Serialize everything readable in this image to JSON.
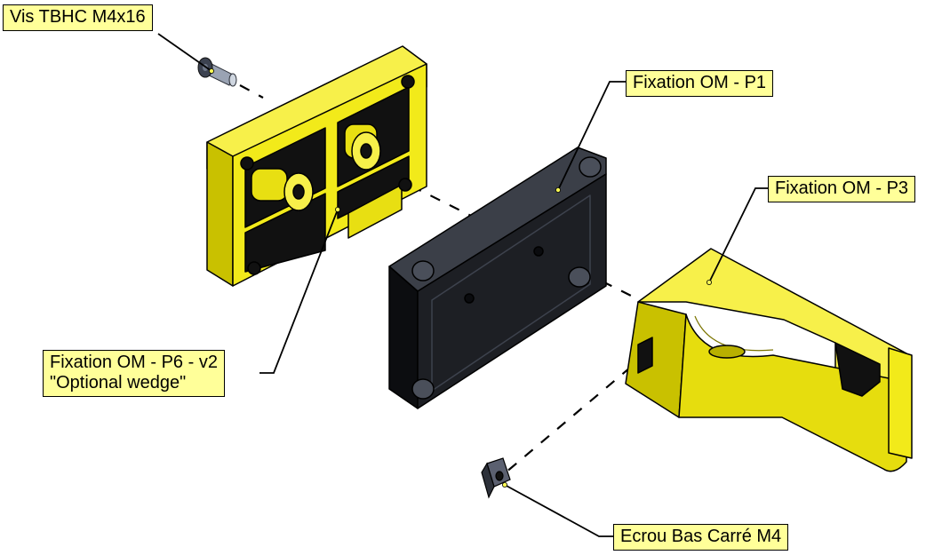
{
  "colors": {
    "part_yellow": "#f2ea1a",
    "part_yellow_dark": "#b8b000",
    "part_black": "#1d1f24",
    "label_fill": "#ffff99",
    "leader": "#000000"
  },
  "labels": {
    "screw": "Vis TBHC M4x16",
    "plate_p1": "Fixation OM - P1",
    "bracket_p3": "Fixation OM - P3",
    "wedge_p6_line1": "Fixation OM - P6 - v2",
    "wedge_p6_line2": "\"Optional wedge\"",
    "nut": "Ecrou Bas Carré M4"
  }
}
